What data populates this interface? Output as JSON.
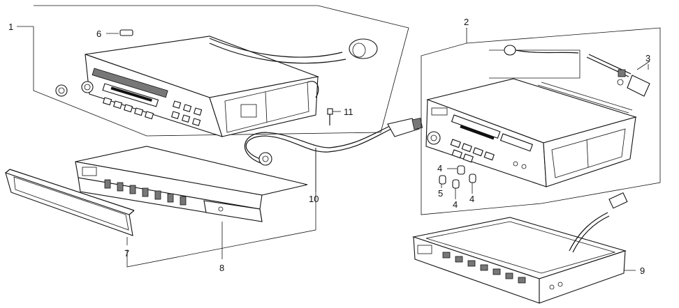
{
  "callouts": {
    "c1": "1",
    "c2": "2",
    "c3": "3",
    "c4a": "4",
    "c4b": "4",
    "c4c": "4",
    "c5": "5",
    "c6": "6",
    "c7": "7",
    "c8": "8",
    "c9": "9",
    "c10": "10",
    "c11": "11"
  },
  "colors": {
    "ink": "#111111",
    "paper": "#ffffff"
  }
}
